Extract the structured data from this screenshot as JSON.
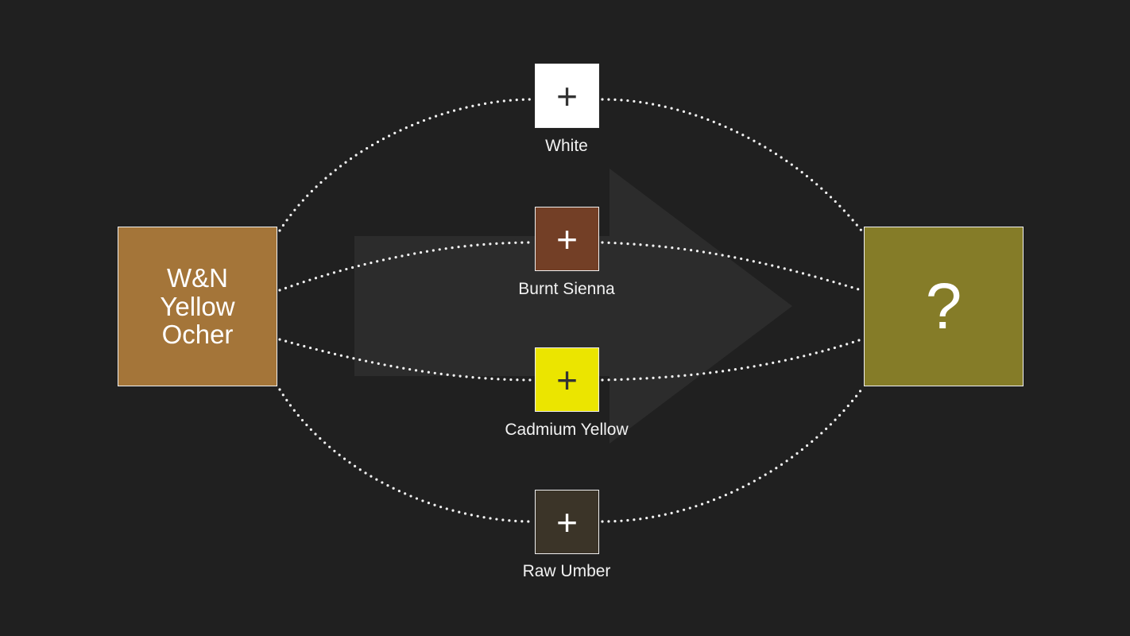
{
  "source": {
    "label_lines": [
      "W&N",
      "Yellow",
      "Ocher"
    ],
    "color": "#a47539"
  },
  "result": {
    "label": "?",
    "color": "#857c28"
  },
  "additions": [
    {
      "name": "White",
      "symbol": "+",
      "color": "#ffffff",
      "symbol_color": "#333333"
    },
    {
      "name": "Burnt Sienna",
      "symbol": "+",
      "color": "#733f26",
      "symbol_color": "#ffffff"
    },
    {
      "name": "Cadmium Yellow",
      "symbol": "+",
      "color": "#ebe500",
      "symbol_color": "#333333"
    },
    {
      "name": "Raw Umber",
      "symbol": "+",
      "color": "#3b3428",
      "symbol_color": "#ffffff"
    }
  ],
  "colors": {
    "background": "#202020",
    "arrow": "#2c2c2c"
  }
}
